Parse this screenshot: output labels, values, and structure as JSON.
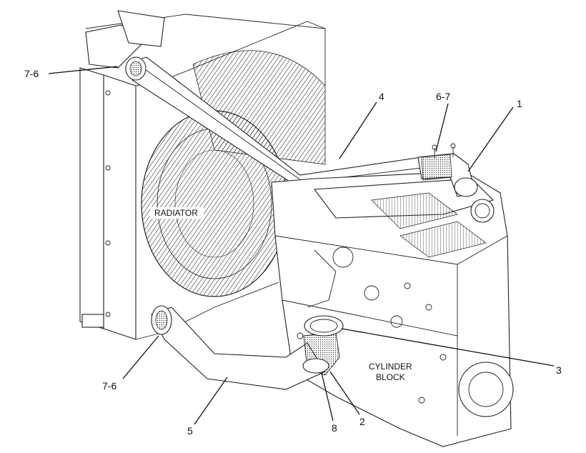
{
  "labels": {
    "c1": "1",
    "c2": "2",
    "c3": "3",
    "c4": "4",
    "c5": "5",
    "c8": "8",
    "c67": "6-7",
    "c76_top": "7-6",
    "c76_bottom": "7-6",
    "radiator": "RADIATOR",
    "cylinder_block_line1": "CYLINDER",
    "cylinder_block_line2": "BLOCK"
  }
}
